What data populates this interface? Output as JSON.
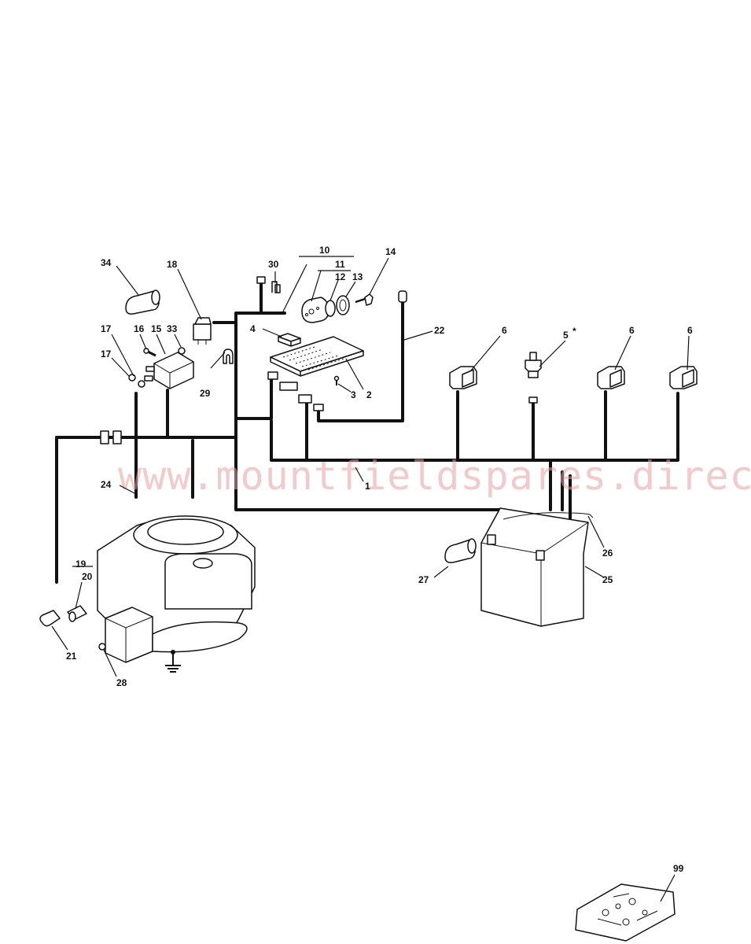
{
  "watermark": "www.mountfieldspares.direct",
  "callouts": {
    "c1": "1",
    "c2": "2",
    "c3": "3",
    "c4": "4",
    "c5": "5",
    "c5_star": "*",
    "c6a": "6",
    "c6b": "6",
    "c6c": "6",
    "c10": "10",
    "c11": "11",
    "c12": "12",
    "c13": "13",
    "c14": "14",
    "c15": "15",
    "c16": "16",
    "c17a": "17",
    "c17b": "17",
    "c18": "18",
    "c19": "19",
    "c20": "20",
    "c21": "21",
    "c22": "22",
    "c24": "24",
    "c25": "25",
    "c26": "26",
    "c27": "27",
    "c28": "28",
    "c29": "29",
    "c30": "30",
    "c33": "33",
    "c34": "34",
    "c99": "99"
  },
  "colors": {
    "line": "#111111",
    "watermark": "#e8a0a0",
    "background": "#ffffff"
  }
}
